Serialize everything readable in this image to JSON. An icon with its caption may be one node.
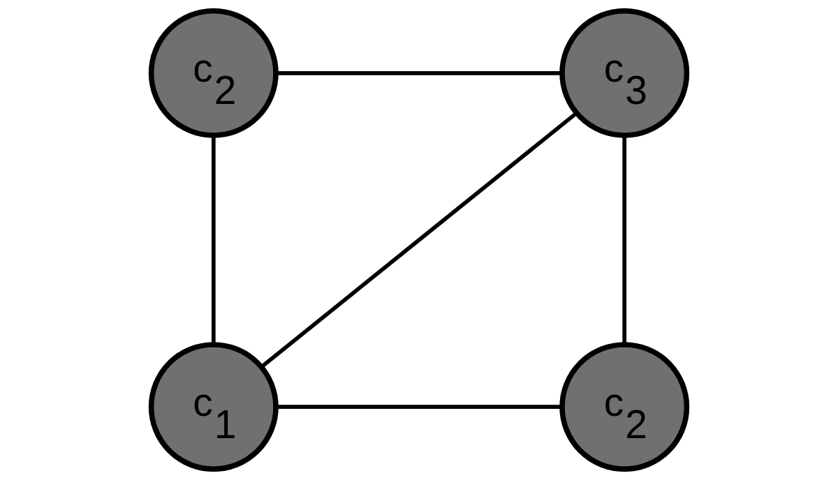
{
  "diagram": {
    "nodes": [
      {
        "text": [
          "c$_{2}$"
        ]
      },
      {
        "text": [
          "c$_{3}$"
        ]
      },
      {
        "text": [
          "c$_{1}$"
        ]
      },
      {
        "text": [
          "c$_{2}$"
        ]
      }
    ],
    "edges": [
      {
        "from": 0,
        "to": 1,
        "arrow": "none"
      },
      {
        "from": 0,
        "to": 2,
        "arrow": "none"
      },
      {
        "from": 1,
        "to": 2,
        "arrow": "none"
      },
      {
        "from": 1,
        "to": 3,
        "arrow": "none"
      },
      {
        "from": 2,
        "to": 3,
        "arrow": "none"
      }
    ]
  }
}
